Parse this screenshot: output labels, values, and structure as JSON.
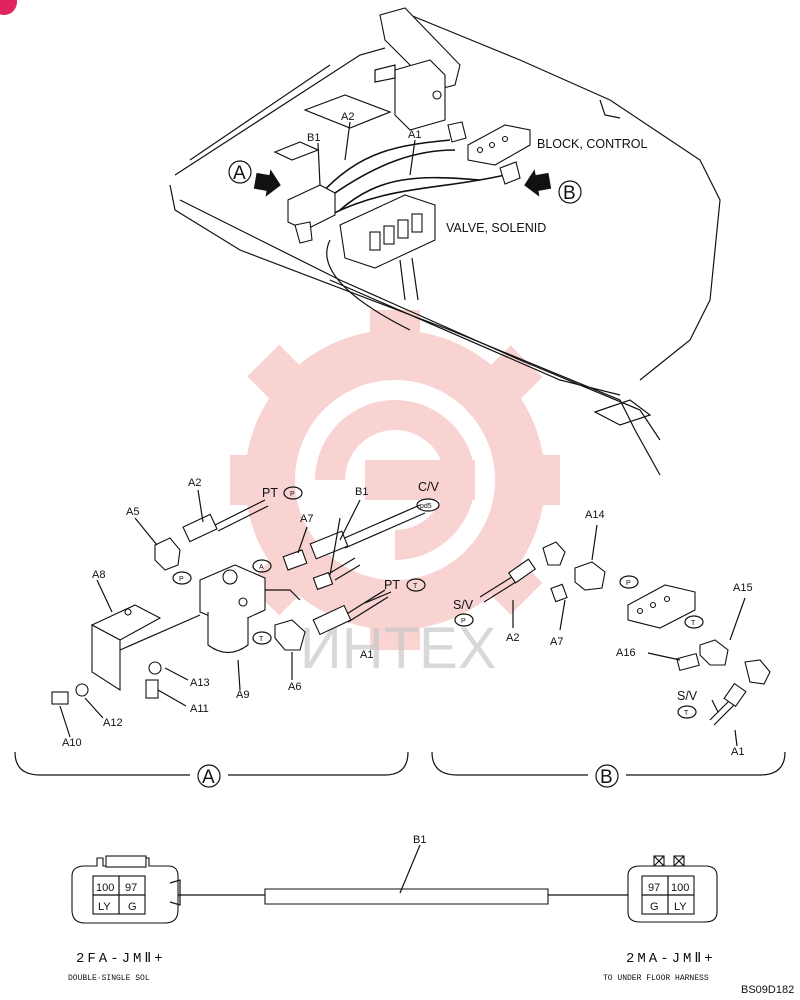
{
  "callouts": {
    "a": "A",
    "b": "B"
  },
  "top": {
    "a2": "A2",
    "a1": "A1",
    "b1": "B1",
    "block_control": "BLOCK, CONTROL",
    "valve_solenid": "VALVE, SOLENID"
  },
  "detail_a": {
    "a2": "A2",
    "pt_p": "PT",
    "p1": "P",
    "b1": "B1",
    "cv": "C/V",
    "pd5": "pd5",
    "a5": "A5",
    "a7": "A7",
    "a_tag": "A",
    "p2": "P",
    "a8": "A8",
    "pt_t": "PT",
    "t1": "T",
    "t2": "T",
    "a1": "A1",
    "a13": "A13",
    "a9": "A9",
    "a6": "A6",
    "a11": "A11",
    "a12": "A12",
    "a10": "A10"
  },
  "detail_b": {
    "a14": "A14",
    "sv1": "S/V",
    "p1": "P",
    "p2": "P",
    "a2": "A2",
    "a7": "A7",
    "a15": "A15",
    "t1": "T",
    "a16": "A16",
    "sv2": "S/V",
    "t2": "T",
    "a1": "A1"
  },
  "harness": {
    "b1": "B1",
    "left_pin1": "100",
    "left_pin2": "97",
    "left_pin3": "LY",
    "left_pin4": "G",
    "right_pin1": "97",
    "right_pin2": "100",
    "right_pin3": "G",
    "right_pin4": "LY",
    "left_code": "2FA-JMⅡ+",
    "left_desc": "DOUBLE·SINGLE SOL",
    "right_code": "2MA-JMⅡ+",
    "right_desc": "TO UNDER FLOOR HARNESS"
  },
  "watermark": "ИНТЕХ",
  "footer_code": "BS09D182",
  "colors": {
    "line": "#111111",
    "watermark": "#f08080",
    "corner_badge": "#e0245e"
  }
}
